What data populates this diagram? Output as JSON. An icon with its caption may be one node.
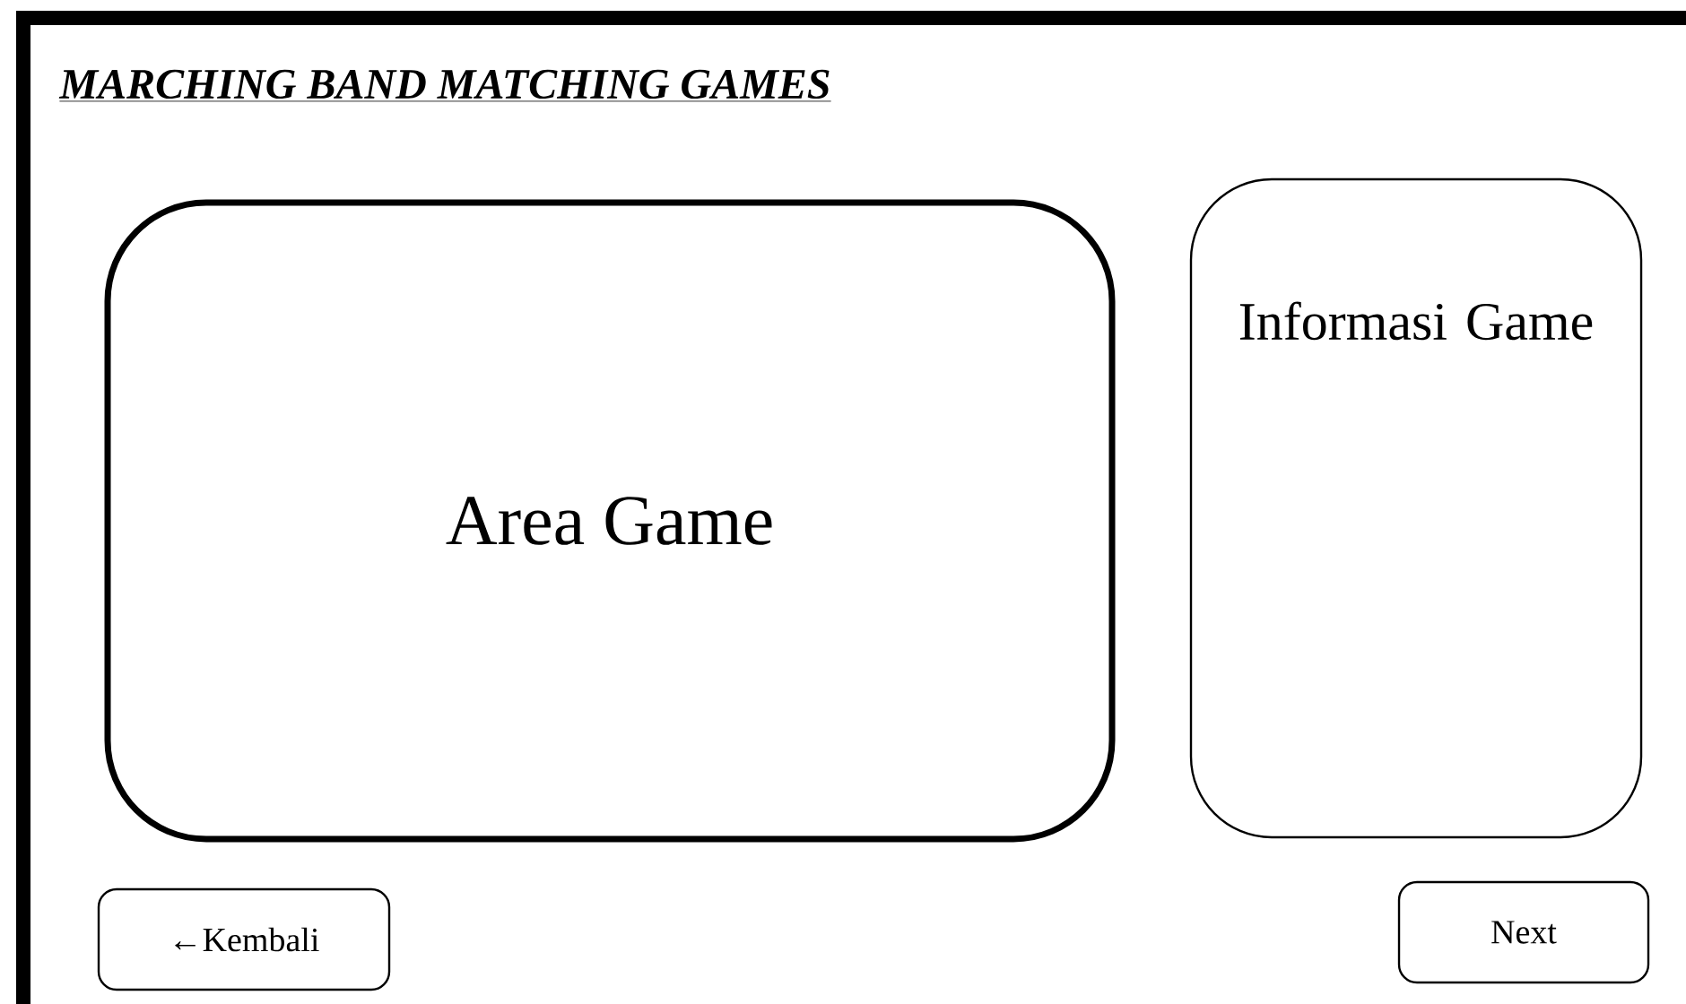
{
  "diagram": {
    "title": "MARCHING BAND MATCHING GAMES",
    "nodes": [
      {
        "text": [
          "Area Game"
        ]
      },
      {
        "text": [
          "Informasi Game"
        ]
      },
      {
        "text": [
          "←Kembali"
        ]
      },
      {
        "text": [
          "Next"
        ]
      }
    ]
  }
}
